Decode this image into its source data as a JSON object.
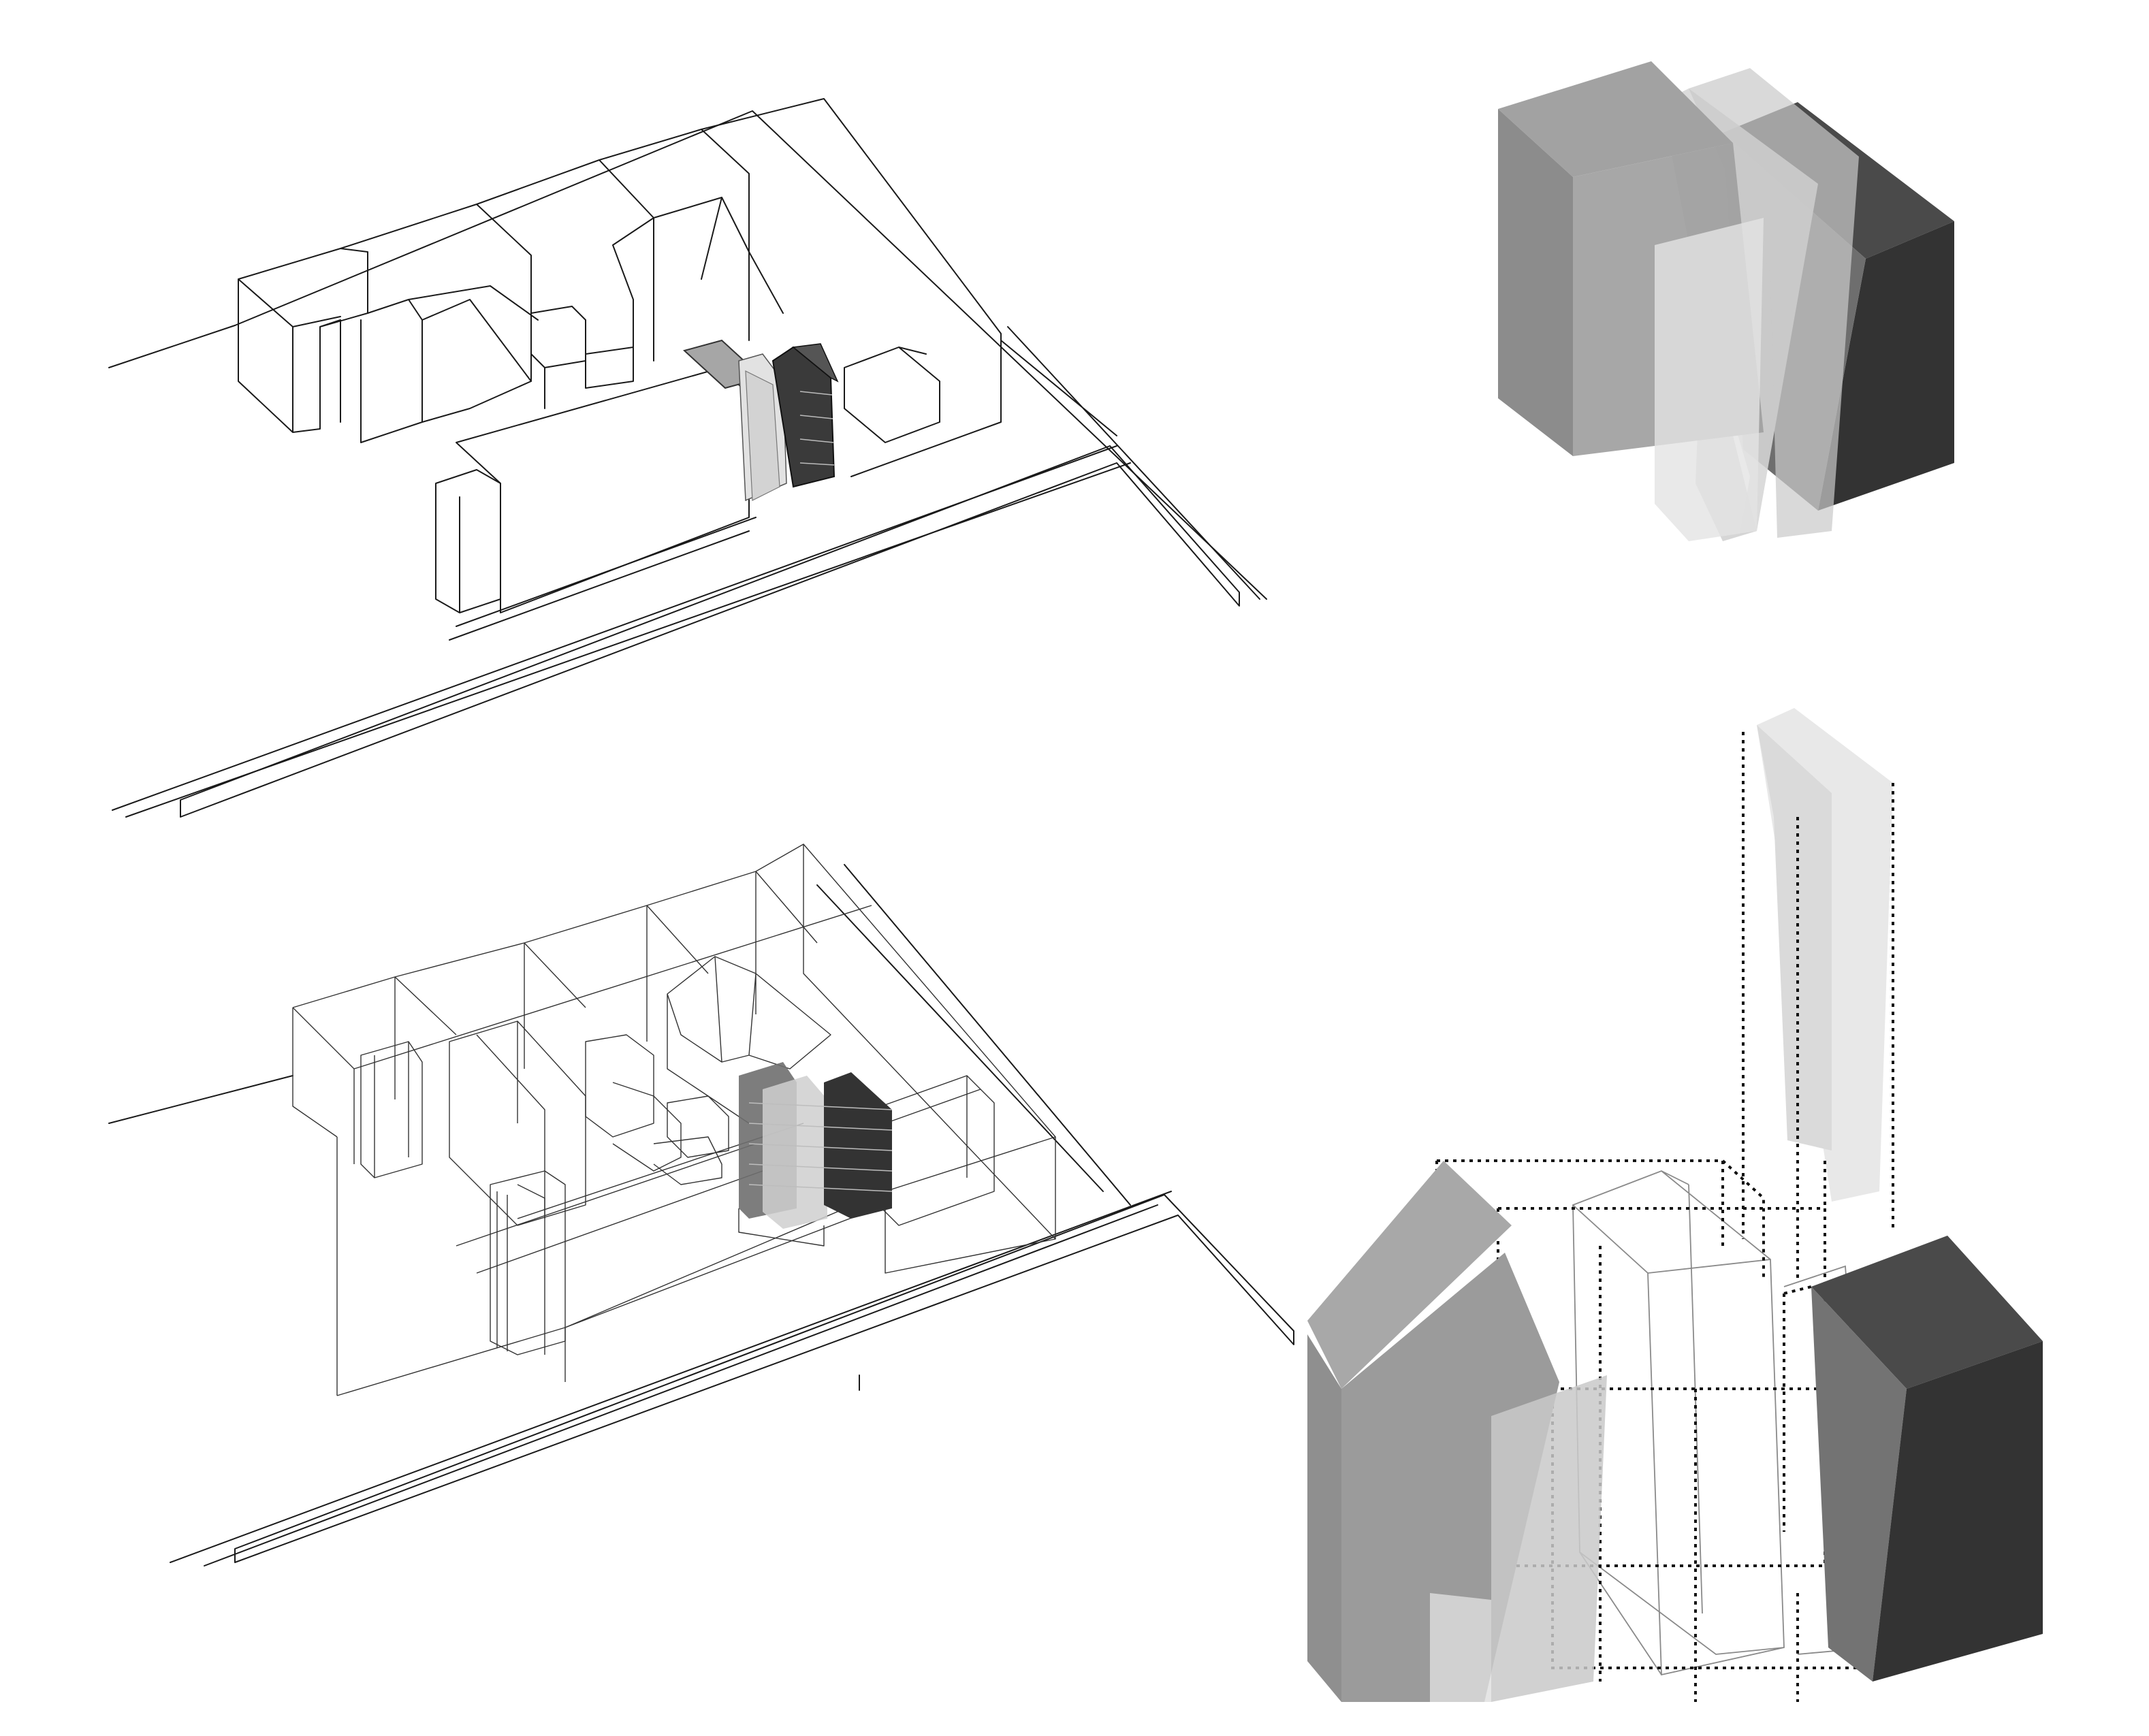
{
  "diagram": {
    "panels": [
      {
        "id": "site-solid",
        "kind": "isometric site massing (solid)"
      },
      {
        "id": "massing-assembled",
        "kind": "exploded massing blocks, assembled"
      },
      {
        "id": "site-wireframe",
        "kind": "isometric site massing (transparent wireframe)"
      },
      {
        "id": "massing-exploded",
        "kind": "massing blocks exploded with dotted guides"
      }
    ],
    "tones": {
      "dark": "#333333",
      "dark_side": "#4a4a4a",
      "mid": "#8f8f8f",
      "mid_light": "#a6a6a6",
      "light": "#c8c8c8",
      "pale": "#e2e2e2"
    },
    "text_labels": []
  }
}
